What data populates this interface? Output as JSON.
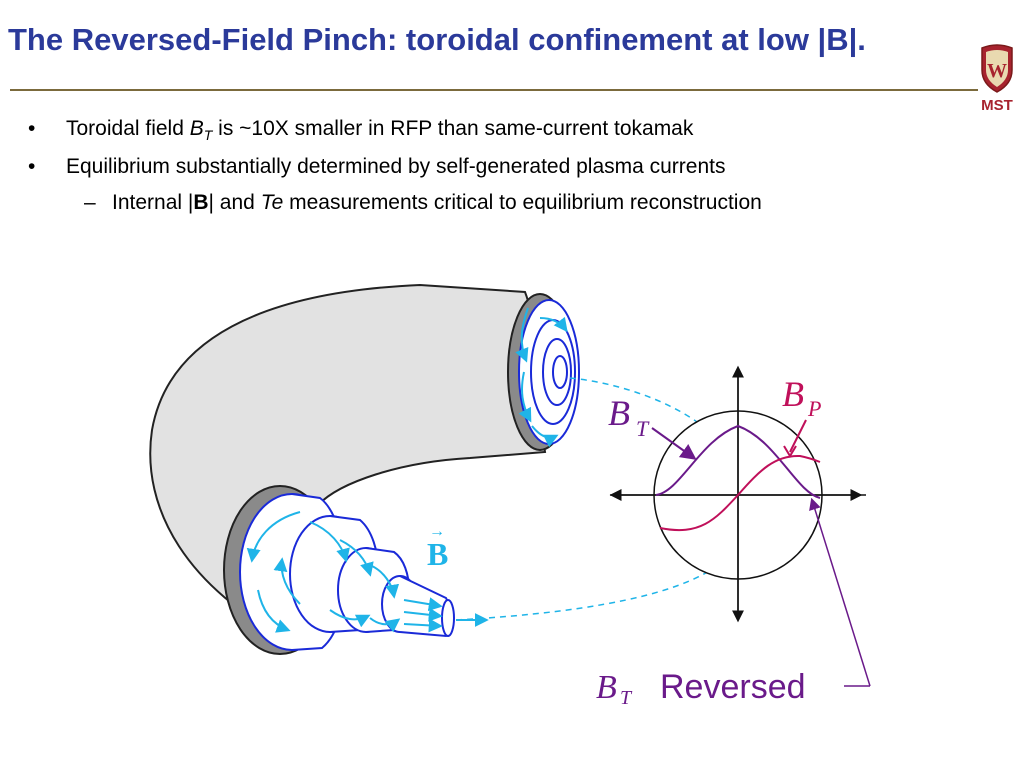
{
  "slide": {
    "title": "The Reversed-Field Pinch:  toroidal confinement at low |B|.",
    "logo_text": "MST",
    "logo_letter": "W"
  },
  "bullets": [
    {
      "marker": "•",
      "pre": "Toroidal field ",
      "sym": "B",
      "sym_sub": "T",
      "post": " is ~10X smaller in RFP than same-current tokamak"
    },
    {
      "marker": "•",
      "text": "Equilibrium substantially determined by self-generated plasma currents"
    }
  ],
  "sub_bullet": {
    "marker": "–",
    "pre": "Internal |",
    "bold": "B",
    "mid": "| and ",
    "ital": "Te",
    "post": " measurements critical to equilibrium reconstruction"
  },
  "diagram": {
    "b_vector_label": "B",
    "b_vector_arrow": "→",
    "bt_label": "B",
    "bt_sub": "T",
    "bp_label": "B",
    "bp_sub": "P",
    "reversed_bt": "B",
    "reversed_bt_sub": "T",
    "reversed_word": "Reversed",
    "colors": {
      "title": "#2b3a9a",
      "field_lines": "#1fb4e8",
      "bt_curve": "#6a1a8a",
      "bp_curve": "#c0105a",
      "torus_fill": "#e2e2e2",
      "tube_outline": "#1a2ad8"
    }
  }
}
